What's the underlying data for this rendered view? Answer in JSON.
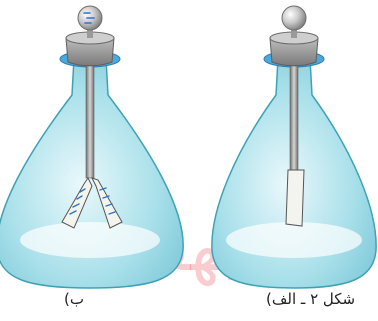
{
  "captions": {
    "left": "ب)",
    "right": "شکل ۲ ـ الف)"
  },
  "watermark": "بهفر",
  "colors": {
    "flask_fill": "#8ed3e0",
    "flask_edge": "#3ea2b5",
    "stopper": "#9a9a9a",
    "collar": "#4aa8dc",
    "leaf": "#f4f4ee",
    "charge_marks": "#2a74c9",
    "watermark": "#e51a2a"
  },
  "icons": [
    "electroscope-diverged-leaves",
    "electroscope-uncharged-leaves",
    "negative-charge-sign"
  ]
}
